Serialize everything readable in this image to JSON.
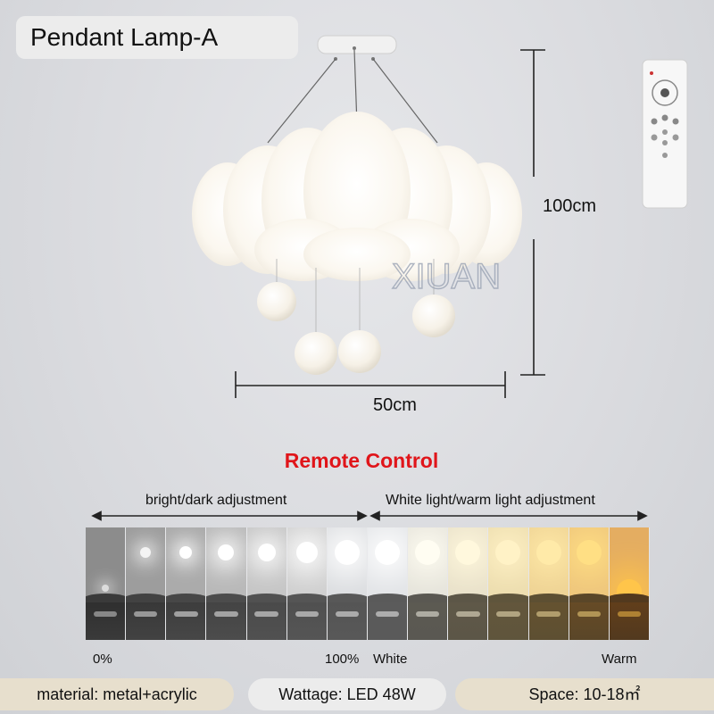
{
  "product": {
    "title": "Pendant Lamp-A",
    "watermark": "XIUAN",
    "height_label": "100cm",
    "width_label": "50cm"
  },
  "remote": {
    "heading": "Remote Control",
    "left_adjustment": "bright/dark adjustment",
    "right_adjustment": "White light/warm light adjustment",
    "scale_start": "0%",
    "scale_mid": "100%",
    "scale_white": "White",
    "scale_warm": "Warm",
    "steps": [
      {
        "sky": "#8c8c8c",
        "sun": "#dcdcdc",
        "hill": "#3a3a3a",
        "water": "#2f2f2f",
        "level": 0.0
      },
      {
        "sky": "#9d9d9d",
        "sun": "#f4f4f4",
        "hill": "#424242",
        "water": "#383838",
        "level": 0.15
      },
      {
        "sky": "#ababab",
        "sun": "#ffffff",
        "hill": "#474747",
        "water": "#3d3d3d",
        "level": 0.3
      },
      {
        "sky": "#b9b9b9",
        "sun": "#ffffff",
        "hill": "#4c4c4c",
        "water": "#444444",
        "level": 0.45
      },
      {
        "sky": "#c6c6c6",
        "sun": "#ffffff",
        "hill": "#515151",
        "water": "#4a4a4a",
        "level": 0.6
      },
      {
        "sky": "#cfcfcf",
        "sun": "#ffffff",
        "hill": "#555555",
        "water": "#505050",
        "level": 0.75
      },
      {
        "sky": "#dadcdf",
        "sun": "#ffffff",
        "hill": "#585858",
        "water": "#555555",
        "level": 1.0
      },
      {
        "sky": "#e1e3e6",
        "sun": "#ffffff",
        "hill": "#5a5a5a",
        "water": "#5b5b5b",
        "level": 1.0
      },
      {
        "sky": "#e5e3da",
        "sun": "#fffdf2",
        "hill": "#5a5852",
        "water": "#5c5a52",
        "level": 1.0
      },
      {
        "sky": "#e8e0c9",
        "sun": "#fff8dd",
        "hill": "#5c5647",
        "water": "#5f5848",
        "level": 1.0
      },
      {
        "sky": "#ecdcae",
        "sun": "#fff2c6",
        "hill": "#5f553c",
        "water": "#63563c",
        "level": 1.0
      },
      {
        "sky": "#eed294",
        "sun": "#ffeaa8",
        "hill": "#5d4f32",
        "water": "#655230",
        "level": 1.0
      },
      {
        "sky": "#eec57c",
        "sun": "#ffdf84",
        "hill": "#5a4628",
        "water": "#664b26",
        "level": 1.0
      },
      {
        "sky": "#e4ad62",
        "sun": "#ffc54a",
        "hill": "#52391e",
        "water": "#613e1b",
        "level": 1.0
      }
    ]
  },
  "specs": {
    "material": "material: metal+acrylic",
    "wattage": "Wattage: LED 48W",
    "space": "Space: 10-18㎡"
  },
  "colors": {
    "heading_red": "#e0151a",
    "material_pill": "#e7dfcd",
    "wattage_pill": "#ececec",
    "space_pill": "#e7dfcd"
  }
}
